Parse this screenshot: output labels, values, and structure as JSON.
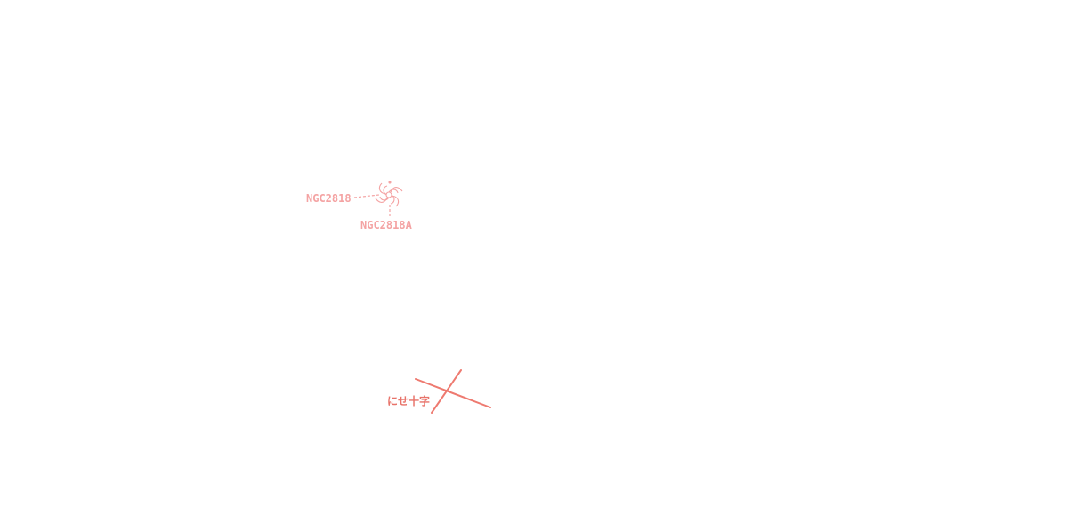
{
  "colors": {
    "object_label": "#f4a3a3",
    "asterism_line": "#ee7a70",
    "asterism_label": "#e8736a"
  },
  "objects": [
    {
      "id": "ngc2818",
      "label": "NGC2818",
      "icon": "planetary-nebula-icon"
    },
    {
      "id": "ngc2818a",
      "label": "NGC2818A",
      "icon": "open-cluster-icon"
    }
  ],
  "asterism": {
    "label": "にせ十字"
  }
}
